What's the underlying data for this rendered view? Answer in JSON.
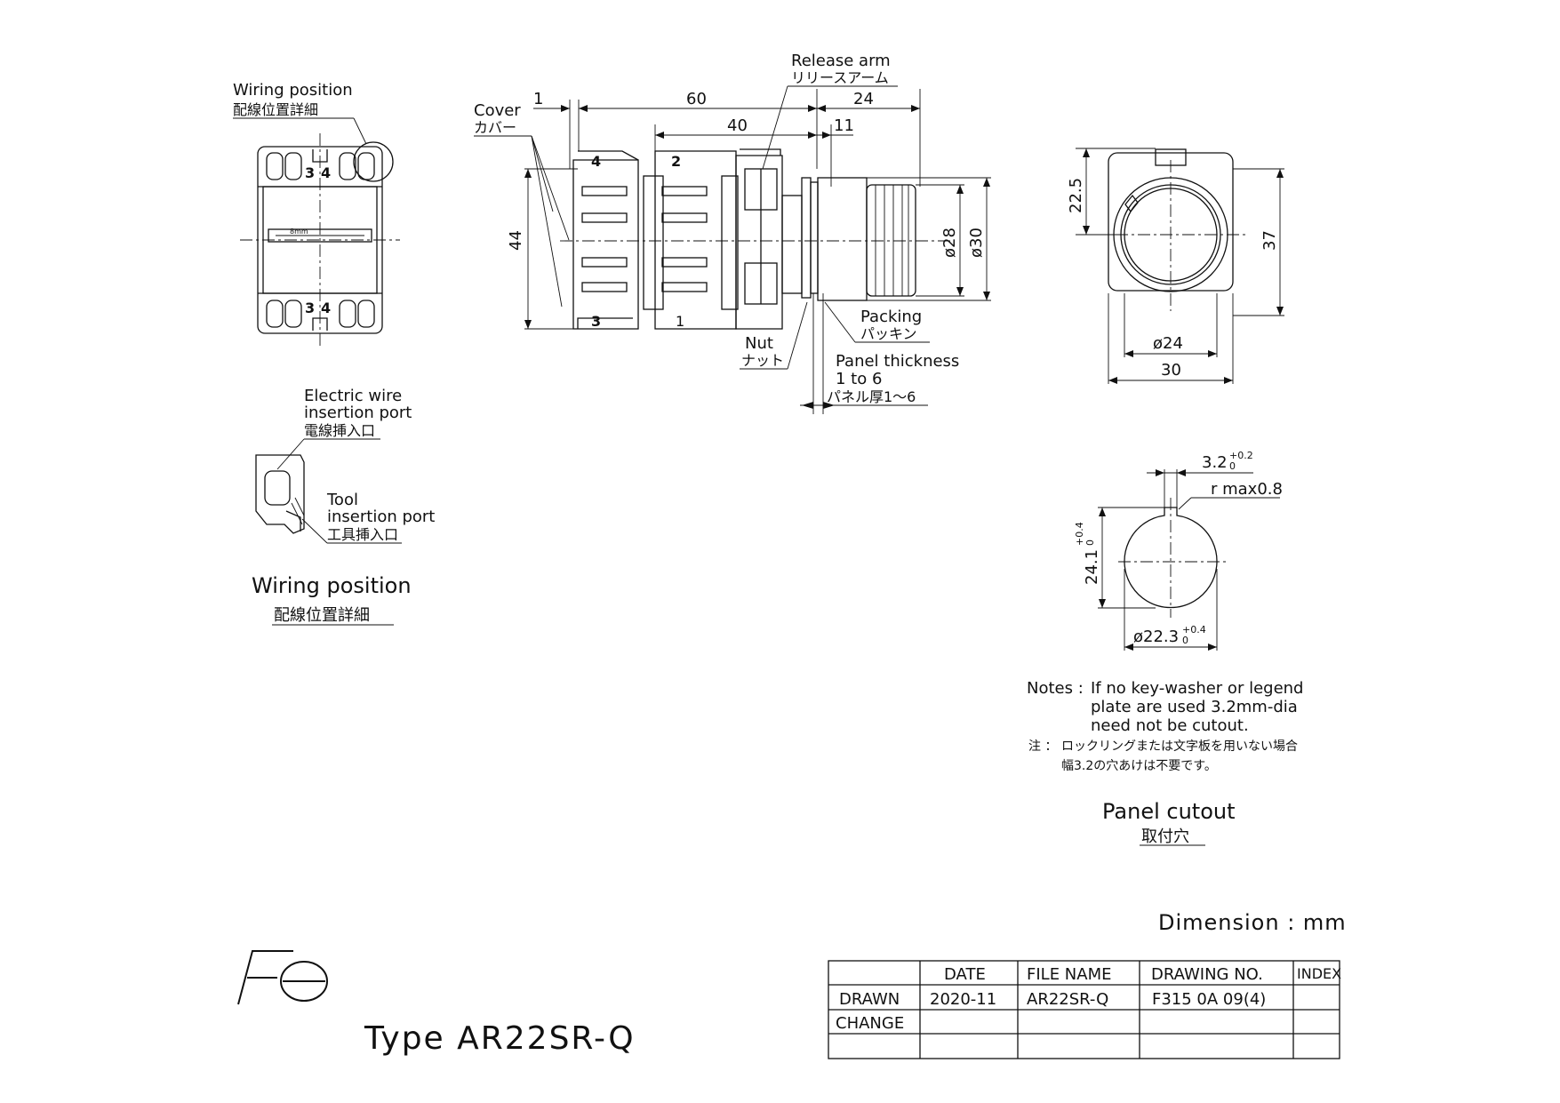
{
  "wiring_detail": {
    "callout_en": "Wiring position",
    "callout_jp": "配線位置詳細",
    "terminal_top": "3",
    "terminal_top_b": "4",
    "terminal_bottom": "3",
    "terminal_bottom_b": "4",
    "strip_label": "8mm",
    "wire_port_en_1": "Electric wire",
    "wire_port_en_2": "insertion port",
    "wire_port_jp": "電線挿入口",
    "tool_port_en_1": "Tool",
    "tool_port_en_2": "insertion port",
    "tool_port_jp": "工具挿入口",
    "caption_en": "Wiring position",
    "caption_jp": "配線位置詳細"
  },
  "side_view": {
    "cover_en": "Cover",
    "cover_jp": "カバー",
    "release_arm_en": "Release arm",
    "release_arm_jp": "リリースアーム",
    "packing_en": "Packing",
    "packing_jp": "パッキン",
    "nut_en": "Nut",
    "nut_jp": "ナット",
    "panel_thickness_en": "Panel thickness",
    "panel_thickness_range": "1 to 6",
    "panel_thickness_jp": "パネル厚1～6",
    "block_label_a": "4",
    "block_label_b": "2",
    "block_label_c": "3",
    "block_label_d": "1",
    "dim_1": "1",
    "dim_60": "60",
    "dim_24": "24",
    "dim_40": "40",
    "dim_11": "11",
    "dim_44": "44",
    "dim_d28": "ø28",
    "dim_d30": "ø30"
  },
  "front_view": {
    "dim_22_5": "22.5",
    "dim_37": "37",
    "dim_d24": "ø24",
    "dim_30": "30"
  },
  "panel_cutout": {
    "dim_slot": "3.2",
    "dim_slot_tol_upper": "+0.2",
    "dim_slot_tol_lower": "0",
    "dim_r": "r max0.8",
    "dim_height": "24.1",
    "dim_height_tol_upper": "+0.4",
    "dim_height_tol_lower": "0",
    "dim_dia": "ø22.3",
    "dim_dia_tol_upper": "+0.4",
    "dim_dia_tol_lower": "0",
    "notes_label": "Notes :",
    "notes_line1": "If no key-washer or legend",
    "notes_line2": "plate are used 3.2mm-dia",
    "notes_line3": "need not be cutout.",
    "notes_jp_label": "注 ：",
    "notes_jp_line1": "ロックリングまたは文字板を用いない場合",
    "notes_jp_line2": "幅3.2の穴あけは不要です。",
    "caption_en": "Panel cutout",
    "caption_jp": "取付穴"
  },
  "dimension_unit": "Dimension : mm",
  "type_label": "Type AR22SR-Q",
  "logo_text": "Fe",
  "title_block": {
    "headers": [
      "",
      "DATE",
      "FILE NAME",
      "DRAWING NO.",
      "INDEX"
    ],
    "rows": [
      [
        "DRAWN",
        "2020-11",
        "AR22SR-Q",
        "F315 0A 09(4)",
        ""
      ],
      [
        "CHANGE",
        "",
        "",
        "",
        ""
      ],
      [
        "",
        "",
        "",
        "",
        ""
      ]
    ]
  }
}
